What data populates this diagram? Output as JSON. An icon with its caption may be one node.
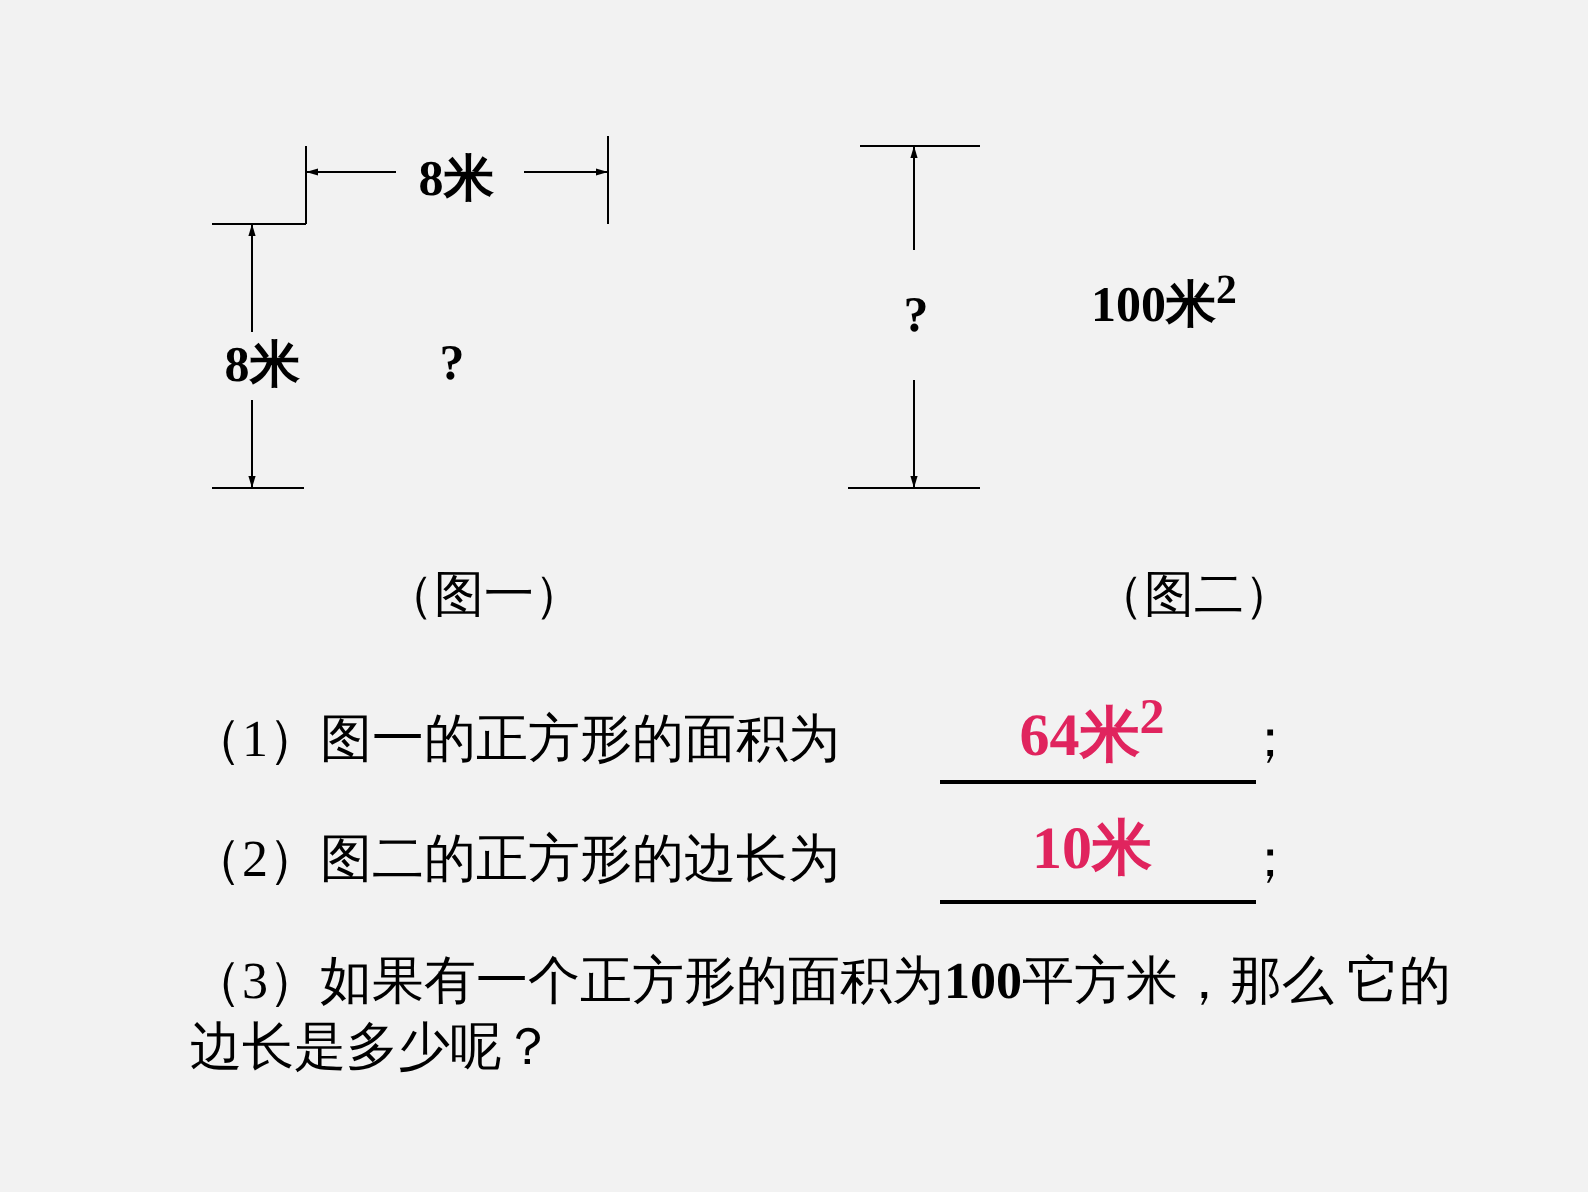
{
  "diagram": {
    "labels": [
      "8米",
      "8米",
      "?",
      "?",
      "100米$^{2}$",
      "（图一）",
      "（图二）",
      "（1）图一的正方形的面积为",
      "64米$^{2}$",
      "；",
      "（2）图二的正方形的边长为",
      "10米",
      "；",
      "（3）如果有一个正方形的面积为**100**平方米，那么 它的边长是多少呢？"
    ]
  }
}
